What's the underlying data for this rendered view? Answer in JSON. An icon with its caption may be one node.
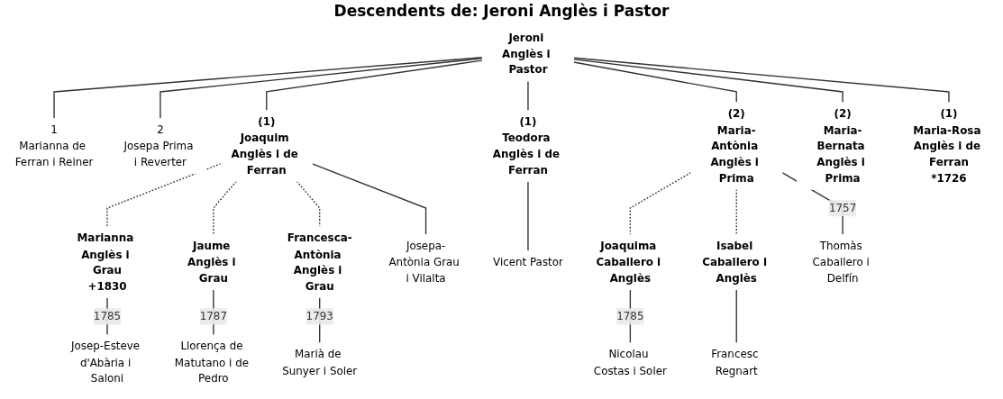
{
  "diagram": {
    "title": "Descendents de: Jeroni Anglès i Pastor",
    "nodes": [
      {
        "text": [
          "Jeroni Anglès i Pastor"
        ]
      },
      {
        "text": [
          "1",
          "Marianna de Ferran i Reiner"
        ]
      },
      {
        "text": [
          "2",
          "Josepa Prima i Reverter"
        ]
      },
      {
        "text": [
          "(1)",
          "Maria-Rosa Anglès i de Ferran",
          "*1726"
        ]
      },
      {
        "text": [
          "(1)",
          "Joaquim Anglès i de Ferran"
        ]
      },
      {
        "text": [
          "Josepa-Antònia Grau i Vilalta"
        ]
      },
      {
        "text": [
          "(1)",
          "Teodora Anglès i de Ferran"
        ]
      },
      {
        "text": [
          "Vicent Pastor"
        ]
      },
      {
        "text": [
          "(2)",
          "Maria-Antònia Anglès i Prima"
        ]
      },
      {
        "text": [
          "Thomàs Caballero i Delfín"
        ]
      },
      {
        "text": [
          "(2)",
          "Maria-Bernata Anglès i Prima"
        ]
      },
      {
        "text": [
          "Marianna Anglès i Grau",
          "+1830"
        ]
      },
      {
        "text": [
          "Josep-Esteve d'Abària i Saloni"
        ]
      },
      {
        "text": [
          "Jaume Anglès i Grau"
        ]
      },
      {
        "text": [
          "Llorença de Matutano i de Pedro"
        ]
      },
      {
        "text": [
          "Francesca-Antònia Anglès i Grau"
        ]
      },
      {
        "text": [
          "Marià de Sunyer i Soler"
        ]
      },
      {
        "text": [
          "Joaquima Caballero i Anglès"
        ]
      },
      {
        "text": [
          "Nicolau Costas i Soler"
        ]
      },
      {
        "text": [
          "Isabel Caballero i Anglès"
        ]
      },
      {
        "text": [
          "Francesc Regnart"
        ]
      }
    ],
    "edges": [
      {
        "from": 0,
        "to": 1,
        "arrow": "none"
      },
      {
        "from": 0,
        "to": 2,
        "arrow": "none"
      },
      {
        "from": 0,
        "to": 4,
        "arrow": "none"
      },
      {
        "from": 0,
        "to": 6,
        "arrow": "none"
      },
      {
        "from": 0,
        "to": 8,
        "arrow": "none"
      },
      {
        "from": 0,
        "to": 10,
        "arrow": "none"
      },
      {
        "from": 0,
        "to": 3,
        "arrow": "none"
      },
      {
        "from": 4,
        "to": 11,
        "arrow": "none",
        "style": "dashed"
      },
      {
        "from": 4,
        "to": 13,
        "arrow": "none",
        "style": "dashed"
      },
      {
        "from": 4,
        "to": 15,
        "arrow": "none",
        "style": "dashed"
      },
      {
        "from": 4,
        "to": 5,
        "arrow": "none"
      },
      {
        "from": 6,
        "to": 7,
        "arrow": "none"
      },
      {
        "from": 8,
        "to": 17,
        "arrow": "none",
        "style": "dashed"
      },
      {
        "from": 8,
        "to": 19,
        "arrow": "none",
        "style": "dashed"
      },
      {
        "from": 8,
        "to": 9,
        "arrow": "none",
        "label": "1757"
      },
      {
        "from": 11,
        "to": 12,
        "arrow": "none",
        "label": "1785"
      },
      {
        "from": 13,
        "to": 14,
        "arrow": "none",
        "label": "1787"
      },
      {
        "from": 15,
        "to": 16,
        "arrow": "none",
        "label": "1793"
      },
      {
        "from": 17,
        "to": 18,
        "arrow": "none",
        "label": "1785"
      },
      {
        "from": 19,
        "to": 20,
        "arrow": "none"
      }
    ]
  }
}
